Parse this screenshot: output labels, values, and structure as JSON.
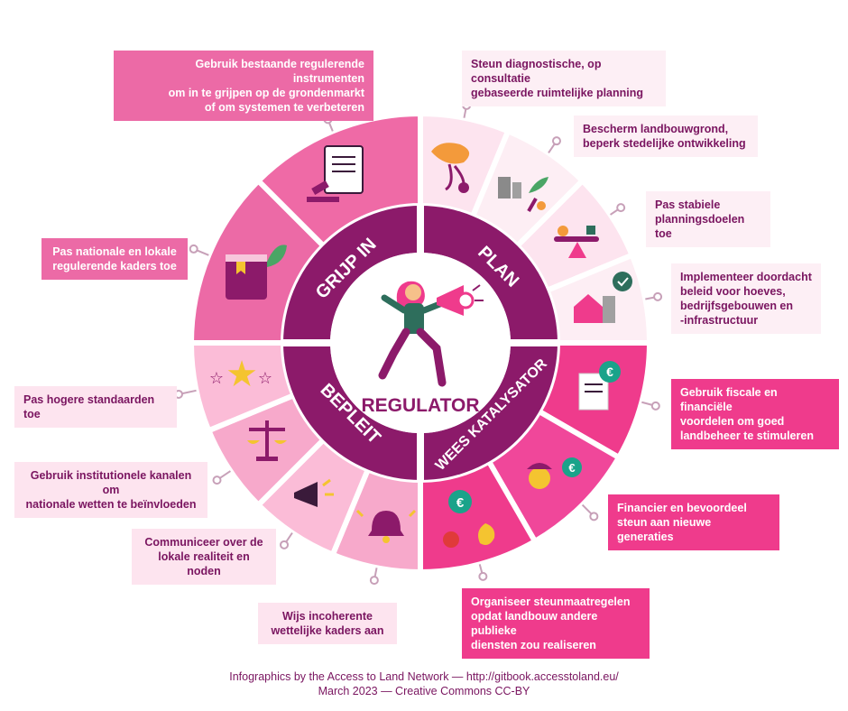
{
  "center": {
    "title": "REGULATOR"
  },
  "quadrants": {
    "grijp_in": "GRIJP IN",
    "plan": "PLAN",
    "wees_katalysator": "WEES KATALYSATOR",
    "bepleit": "BEPLEIT"
  },
  "labels": {
    "grijp_in_1": [
      "Gebruik bestaande regulerende instrumenten",
      "om in te grijpen op de grondenmarkt",
      "of om systemen te verbeteren"
    ],
    "grijp_in_2": [
      "Pas nationale en lokale",
      "regulerende kaders toe"
    ],
    "plan_1": [
      "Steun diagnostische, op consultatie",
      "gebaseerde ruimtelijke planning"
    ],
    "plan_2": [
      "Bescherm landbouwgrond,",
      "beperk stedelijke ontwikkeling"
    ],
    "plan_3": [
      "Pas stabiele",
      "planningsdoelen toe"
    ],
    "plan_4": [
      "Implementeer doordacht",
      "beleid voor hoeves,",
      "bedrijfsgebouwen en",
      "-infrastructuur"
    ],
    "kat_1": [
      "Gebruik fiscale en financiële",
      "voordelen om goed",
      "landbeheer te stimuleren"
    ],
    "kat_2": [
      "Financier en bevoordeel",
      "steun aan nieuwe generaties"
    ],
    "kat_3": [
      "Organiseer steunmaatregelen",
      "opdat landbouw andere publieke",
      "diensten zou realiseren"
    ],
    "bep_1": [
      "Pas hogere standaarden toe"
    ],
    "bep_2": [
      "Gebruik institutionele kanalen om",
      "nationale wetten te beïnvloeden"
    ],
    "bep_3": [
      "Communiceer over de",
      "lokale realiteit en noden"
    ],
    "bep_4": [
      "Wijs incoherente",
      "wettelijke kaders aan"
    ]
  },
  "footer": {
    "line1": "Infographics by the Access to Land Network — http://gitbook.accesstoland.eu/",
    "line2": "March 2023  — Creative Commons CC-BY"
  },
  "colors": {
    "plum": "#8c1a6a",
    "pink_strong": "#ef3b8c",
    "pink_mid": "#ec6aa6",
    "pink_soft": "#fbd1e4",
    "pink_pale": "#fde4ef"
  }
}
